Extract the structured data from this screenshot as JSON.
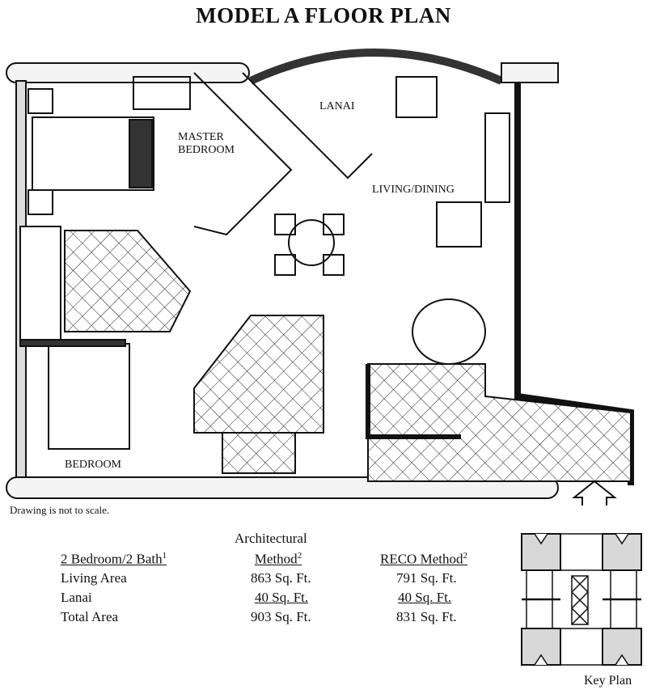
{
  "title": "MODEL A FLOOR PLAN",
  "rooms": {
    "master_bedroom_line1": "MASTER",
    "master_bedroom_line2": "BEDROOM",
    "lanai": "LANAI",
    "living_dining": "LIVING/DINING",
    "bedroom": "BEDROOM"
  },
  "note": "Drawing is not to scale.",
  "table": {
    "unit_type": "2 Bedroom/2 Bath",
    "unit_type_footnote": "1",
    "col_arch_line1": "Architectural",
    "col_arch_line2": "Method",
    "col_arch_footnote": "2",
    "col_reco": "RECO Method",
    "col_reco_footnote": "2",
    "rows": [
      {
        "label": "Living Area",
        "arch": "863 Sq. Ft.",
        "reco": "791 Sq. Ft."
      },
      {
        "label": "Lanai",
        "arch": "40 Sq. Ft.",
        "reco": "40 Sq. Ft."
      },
      {
        "label": "Total Area",
        "arch": "903 Sq. Ft.",
        "reco": "831 Sq. Ft."
      }
    ]
  },
  "key_plan_label": "Key Plan"
}
